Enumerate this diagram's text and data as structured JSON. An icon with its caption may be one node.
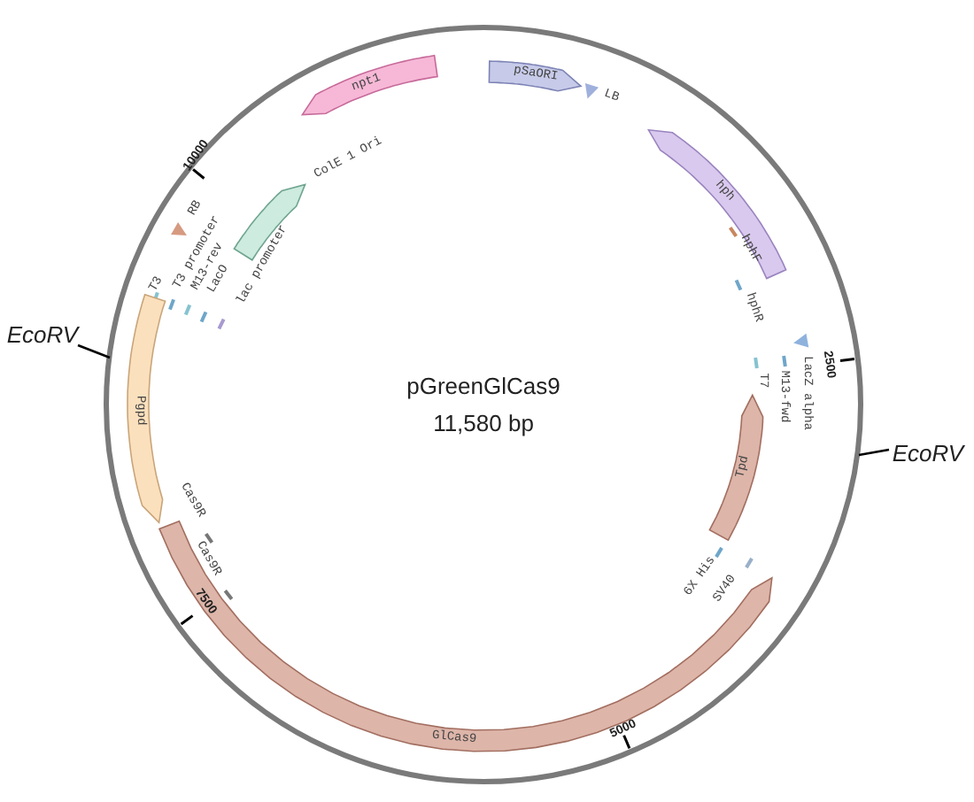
{
  "diagram": {
    "title": "pGreenGlCas9",
    "nodes": [
      {
        "text": [
          "npt1"
        ]
      },
      {
        "text": [
          "pSaORI"
        ]
      },
      {
        "text": [
          "hph"
        ]
      },
      {
        "text": [
          "Tpd"
        ]
      },
      {
        "text": [
          "GlCas9"
        ]
      },
      {
        "text": [
          "Pgpd"
        ]
      },
      {
        "text": [],
        "shape": "arrow",
        "beside": [
          "ColE 1 Ori"
        ]
      },
      {
        "text": [
          "EcoRV"
        ]
      },
      {
        "text": [
          "EcoRV"
        ]
      }
    ],
    "edges": [
      {
        "from": 7,
        "to": null,
        "arrow": "none"
      },
      {
        "from": 8,
        "to": null,
        "arrow": "none"
      }
    ],
    "labels": [
      "LB",
      "hphF",
      "hphR",
      "LacZ alpha",
      "M13-fwd",
      "T7",
      "6X His",
      "SV40",
      "Cas9R",
      "Cas9R",
      "RB",
      "T3",
      "T3 promoter",
      "M13-rev",
      "LacO",
      "lac promoter",
      "10000",
      "2500",
      "5000",
      "7500",
      "11,580 bp"
    ]
  }
}
